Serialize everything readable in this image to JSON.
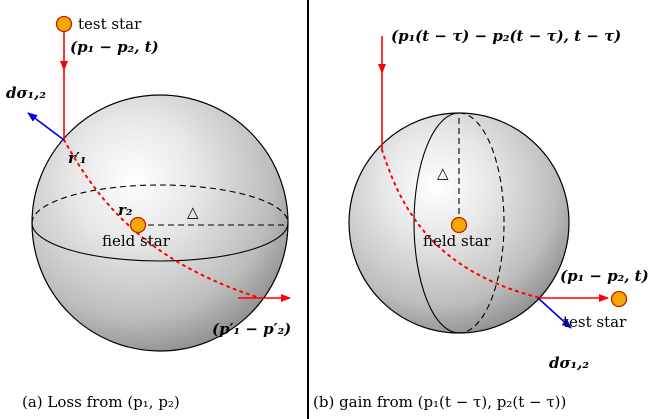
{
  "panel_a": {
    "test_star": "test star",
    "incoming_velocity": "(p₁ − p₂, t)",
    "cross_section": "dσ₁,₂",
    "point_r1": "r′₁",
    "point_r2": "r₂",
    "triangle": "△",
    "field_star": "field star",
    "outgoing_velocity": "(p′₁ − p′₂)",
    "caption": "(a) Loss from (p₁, p₂)"
  },
  "panel_b": {
    "incoming_velocity": "(p₁(t − τ) − p₂(t − τ), t − τ)",
    "triangle": "△",
    "field_star": "field star",
    "outgoing_velocity": "(p₁ − p₂, t)",
    "test_star": "test star",
    "cross_section": "dσ₁,₂",
    "caption": "(b) gain from (p₁(t − τ), p₂(t − τ))"
  },
  "colors": {
    "star_fill": "#f5a800",
    "star_edge": "#c02000",
    "trajectory": "#ff0000",
    "cross_section_arrow": "#0000dd"
  }
}
